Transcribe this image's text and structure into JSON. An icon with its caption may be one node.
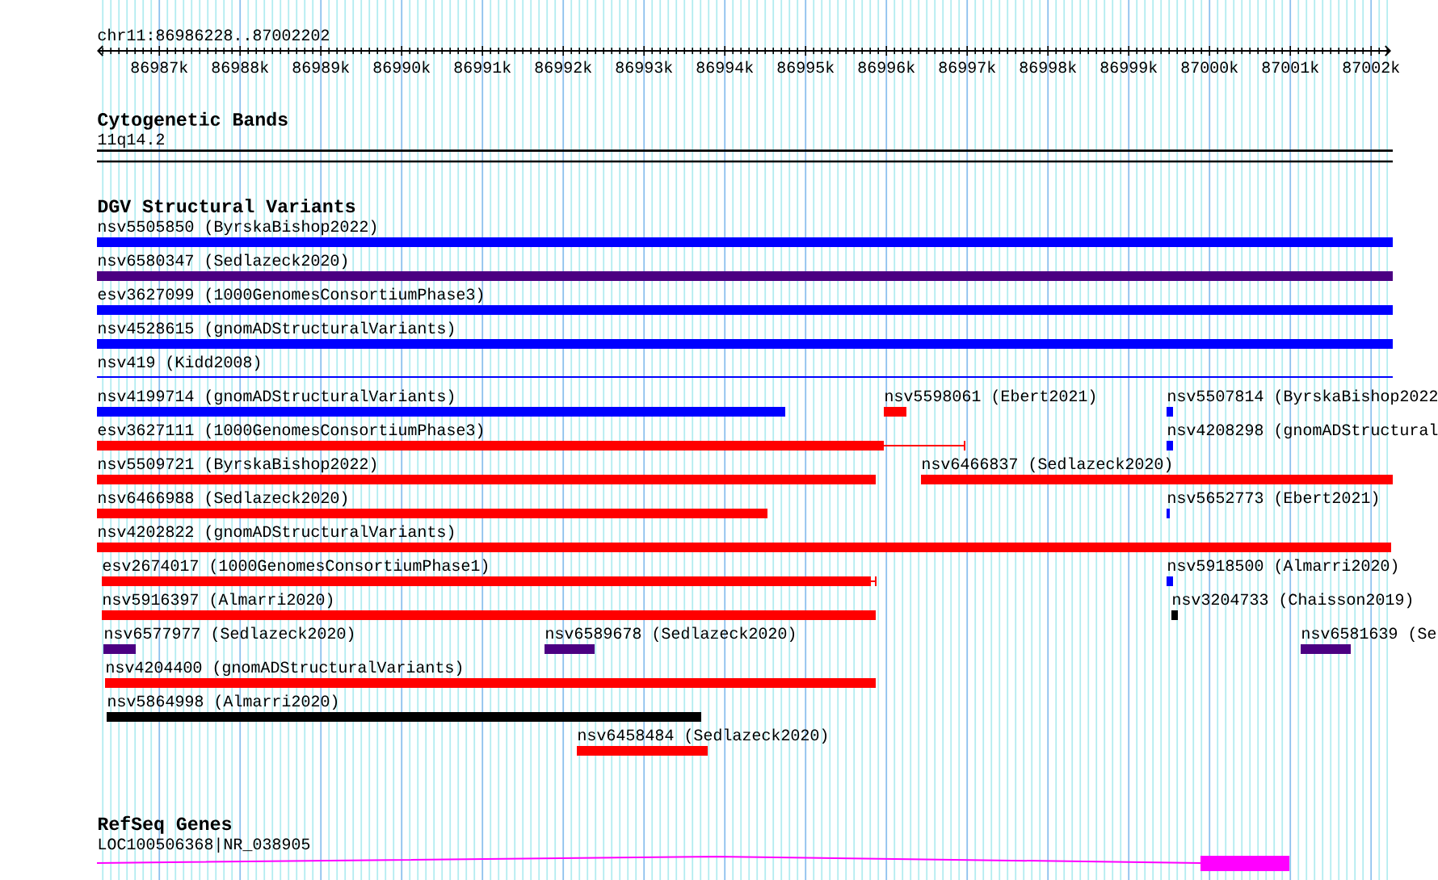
{
  "diagram": {
    "nodes": [
      {
        "text": [
          "11q14.2"
        ]
      },
      {
        "text": [
          "nsv5505850 (ByrskaBishop2022)"
        ]
      },
      {
        "text": [
          "nsv6580347 (Sedlazeck2020)"
        ]
      },
      {
        "text": [
          "esv3627099 (1000GenomesConsortiumPhase3)"
        ]
      },
      {
        "text": [
          "nsv4528615 (gnomADStructuralVariants)"
        ]
      },
      {
        "text": [
          "nsv419 (Kidd2008)"
        ]
      },
      {
        "text": [
          "nsv4199714 (gnomADStructuralVariants)"
        ]
      },
      {
        "text": [
          "nsv5598061 (Ebert2021)"
        ]
      },
      {
        "text": [
          "nsv5507814 (ByrskaBishop2022"
        ]
      },
      {
        "text": [
          "esv3627111 (1000GenomesConsortiumPhase3)"
        ]
      },
      {
        "text": [
          "nsv4208298 (gnomADStructural"
        ]
      },
      {
        "text": [
          "nsv5509721 (ByrskaBishop2022)"
        ]
      },
      {
        "text": [
          "nsv6466837 (Sedlazeck2020)"
        ]
      },
      {
        "text": [
          "nsv6466988 (Sedlazeck2020)"
        ]
      },
      {
        "text": [
          "nsv5652773 (Ebert2021)"
        ]
      },
      {
        "text": [
          "nsv4202822 (gnomADStructuralVariants)"
        ]
      },
      {
        "text": [
          "esv2674017 (1000GenomesConsortiumPhase1)"
        ]
      },
      {
        "text": [
          "nsv5918500 (Almarri2020)"
        ]
      },
      {
        "text": [
          "nsv5916397 (Almarri2020)"
        ]
      },
      {
        "text": [
          "nsv3204733 (Chaisson2019)"
        ]
      },
      {
        "text": [
          "nsv6577977 (Sedlazeck2020)"
        ]
      },
      {
        "text": [
          "nsv6589678 (Sedlazeck2020)"
        ]
      },
      {
        "text": [
          "nsv6581639 (Se"
        ]
      },
      {
        "text": [
          "nsv4204400 (gnomADStructuralVariants)"
        ]
      },
      {
        "text": [
          "nsv5864998 (Almarri2020)"
        ]
      },
      {
        "text": [
          "nsv6458484 (Sedlazeck2020)"
        ]
      },
      {
        "text": [
          "LOC100506368|NR_038905"
        ]
      }
    ],
    "labels": [
      "chr11:86986228..87002202",
      "86987k",
      "86988k",
      "86989k",
      "86990k",
      "86991k",
      "86992k",
      "86993k",
      "86994k",
      "86995k",
      "86996k",
      "86997k",
      "86998k",
      "86999k",
      "87000k",
      "87001k",
      "87002k",
      "Cytogenetic Bands",
      "DGV Structural Variants",
      "RefSeq Genes"
    ]
  }
}
